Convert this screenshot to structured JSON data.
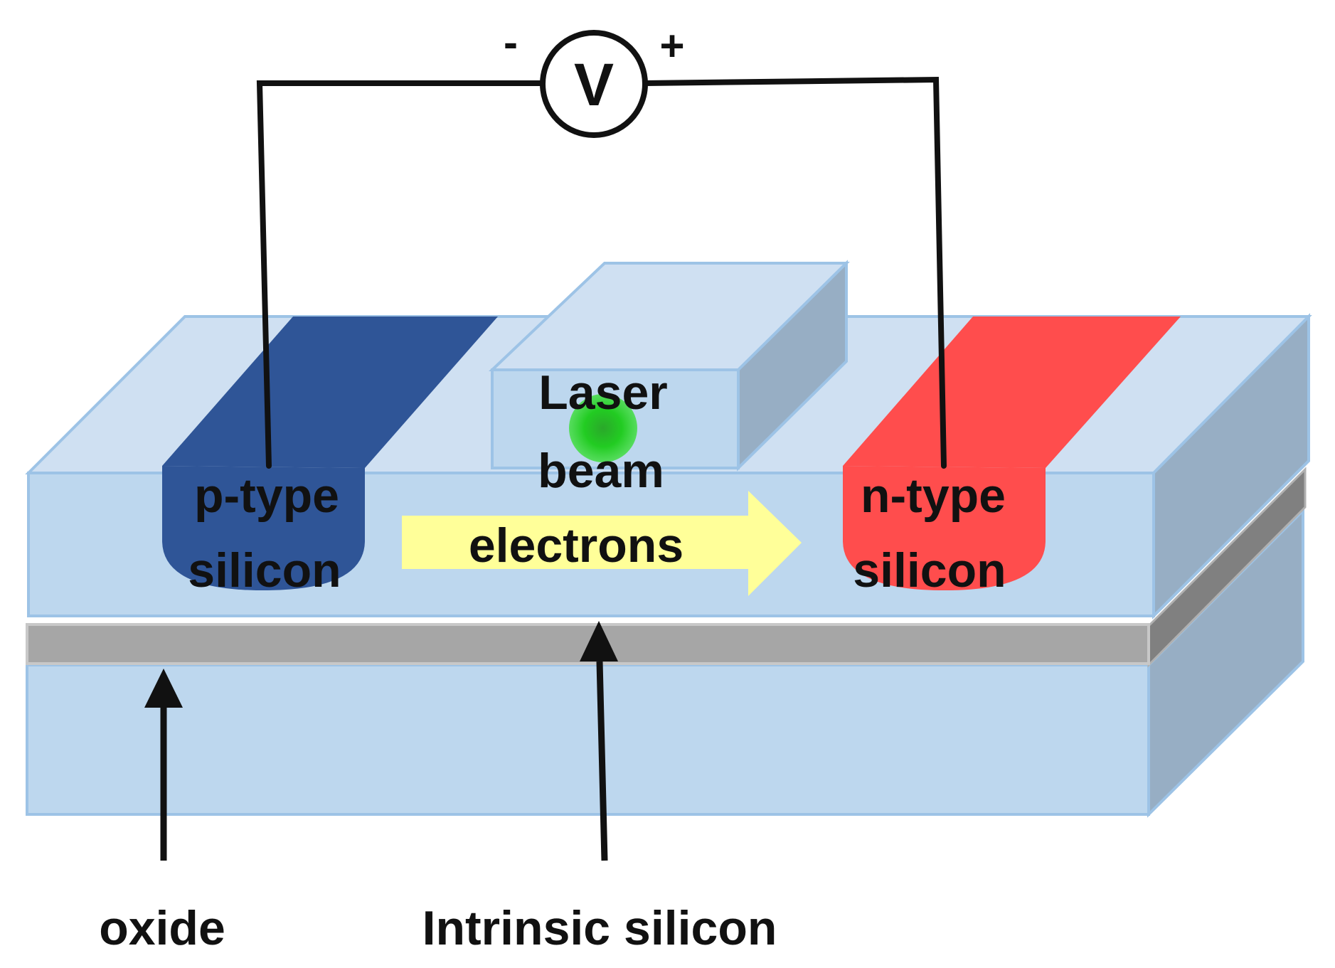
{
  "voltmeter": {
    "symbol": "V",
    "minus": "-",
    "plus": "+"
  },
  "p_region": {
    "line1": "p-type",
    "line2": "silicon"
  },
  "n_region": {
    "line1": "n-type",
    "line2": "silicon"
  },
  "waveguide": {
    "line1": "Laser",
    "line2": "beam"
  },
  "carrier_arrow": {
    "label": "electrons"
  },
  "callouts": {
    "oxide": "oxide",
    "intrinsic": "Intrinsic silicon"
  },
  "colors": {
    "silicon_front": "#bdd7ee",
    "silicon_top": "#cfe0f2",
    "silicon_side": "#97aec4",
    "silicon_edge": "#9dc3e6",
    "oxide": "#a6a6a6",
    "oxide_side": "#808080",
    "p_type": "#2f5597",
    "n_type": "#ff4d4d",
    "electron_arrow": "#ffff99",
    "laser_spot": "#22cc22",
    "wire": "#111111"
  }
}
